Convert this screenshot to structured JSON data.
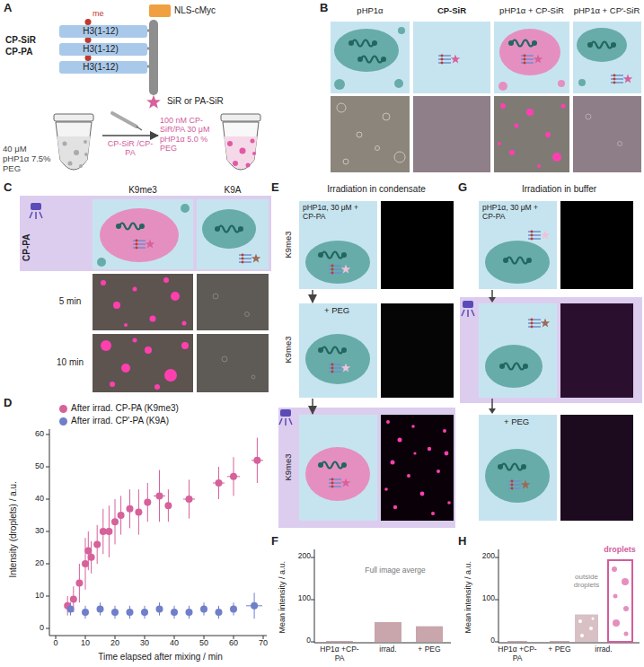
{
  "diagram": {
    "nodes": [
      {
        "text": [
          "H3(1-12)"
        ]
      },
      {
        "text": [
          "H3(1-12)"
        ]
      },
      {
        "text": [
          "H3(1-12)"
        ]
      },
      {
        "text": [
          "40 μM pHP1α 7.5% PEG"
        ]
      },
      {
        "text": [
          "100 nM CP-SiR/PA 30 μM pHP1α 5.0 % PEG"
        ]
      },
      {
        "text": [
          "pHP1α"
        ]
      },
      {
        "text": [
          "CP-SiR"
        ]
      },
      {
        "text": [
          "pHP1α + CP-SiR"
        ]
      },
      {
        "text": [
          "pHP1α + CP'-SiR"
        ]
      },
      {
        "text": [
          "K9me3"
        ]
      },
      {
        "text": [
          "K9A"
        ]
      },
      {
        "text": [
          "K9me3",
          "pHP1α, 30 μM + CP-PA"
        ]
      },
      {
        "text": [
          "K9me3",
          "+ PEG"
        ]
      },
      {
        "text": [
          "K9me3"
        ]
      },
      {
        "text": [
          "pHP1α, 30 μM + CP-PA"
        ]
      },
      {
        "text": [
          "+ PEG"
        ]
      }
    ],
    "edges": [
      {
        "from": 3,
        "to": 4,
        "arrow": "to",
        "label": "CP-SiR /CP-PA"
      },
      {
        "from": 11,
        "to": 12,
        "arrow": "to"
      },
      {
        "from": 12,
        "to": 13,
        "arrow": "to"
      }
    ],
    "labels": [
      "A",
      "CP-SiR",
      "CP-PA",
      "me",
      "NLS-cMyc",
      "SiR or PA-SiR",
      "B",
      "C",
      "CP-PA",
      "5 min",
      "10 min",
      "D",
      "Intensity (droplets) / a.u.",
      "Time elapsed after mixing / min",
      "0",
      "10",
      "20",
      "30",
      "40",
      "50",
      "60",
      "70",
      "0",
      "10",
      "20",
      "30",
      "40",
      "50",
      "60",
      "E",
      "Irradiation in condensate",
      "F",
      "Mean intensity / a.u.",
      "0",
      "100",
      "200",
      "HP1α +CP-PA",
      "irrad.",
      "+ PEG",
      "Full image averge",
      "G",
      "Irradiation in buffer",
      "H",
      "Mean intensity / a.u.",
      "0",
      "100",
      "200",
      "HP1α +CP-PA",
      "+ PEG",
      "irrad.",
      "droplets",
      "outside droplets"
    ],
    "legend": [
      {
        "text": "After irrad. CP-PA (K9me3)",
        "color": "#d6619b"
      },
      {
        "text": "After irrad. CP'-PA (K9A)",
        "color": "#6f7fc9"
      }
    ]
  }
}
